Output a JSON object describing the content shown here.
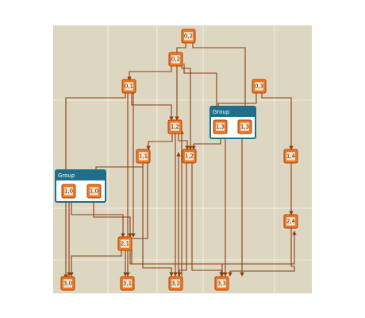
{
  "diagram": {
    "colors": {
      "background": "#ddd6c1",
      "grid": "#f3efe3",
      "edge": "#8a3d10",
      "node_fill": "#f47a20",
      "node_inner": "#fde2c4",
      "group_header": "#1f6f8b"
    },
    "groups": [
      {
        "id": "g1",
        "title": "Group"
      },
      {
        "id": "g2",
        "title": "Group"
      }
    ],
    "nodes": [
      {
        "id": "n02",
        "label": "0,2"
      },
      {
        "id": "n02b",
        "label": "0,2"
      },
      {
        "id": "n01",
        "label": "0,1"
      },
      {
        "id": "n03",
        "label": "0,3"
      },
      {
        "id": "n12",
        "label": "1,2"
      },
      {
        "id": "n13a",
        "label": "1,3"
      },
      {
        "id": "n13b",
        "label": "1,3"
      },
      {
        "id": "n11",
        "label": "1,1"
      },
      {
        "id": "n12b",
        "label": "1,2"
      },
      {
        "id": "n14",
        "label": "1,4"
      },
      {
        "id": "n10a",
        "label": "1,0"
      },
      {
        "id": "n10b",
        "label": "1,0"
      },
      {
        "id": "n24",
        "label": "2,4"
      },
      {
        "id": "n21",
        "label": "2,1"
      },
      {
        "id": "n30",
        "label": "3,0"
      },
      {
        "id": "n31",
        "label": "3,1"
      },
      {
        "id": "n32",
        "label": "3,2"
      },
      {
        "id": "n33",
        "label": "3,3"
      }
    ]
  }
}
